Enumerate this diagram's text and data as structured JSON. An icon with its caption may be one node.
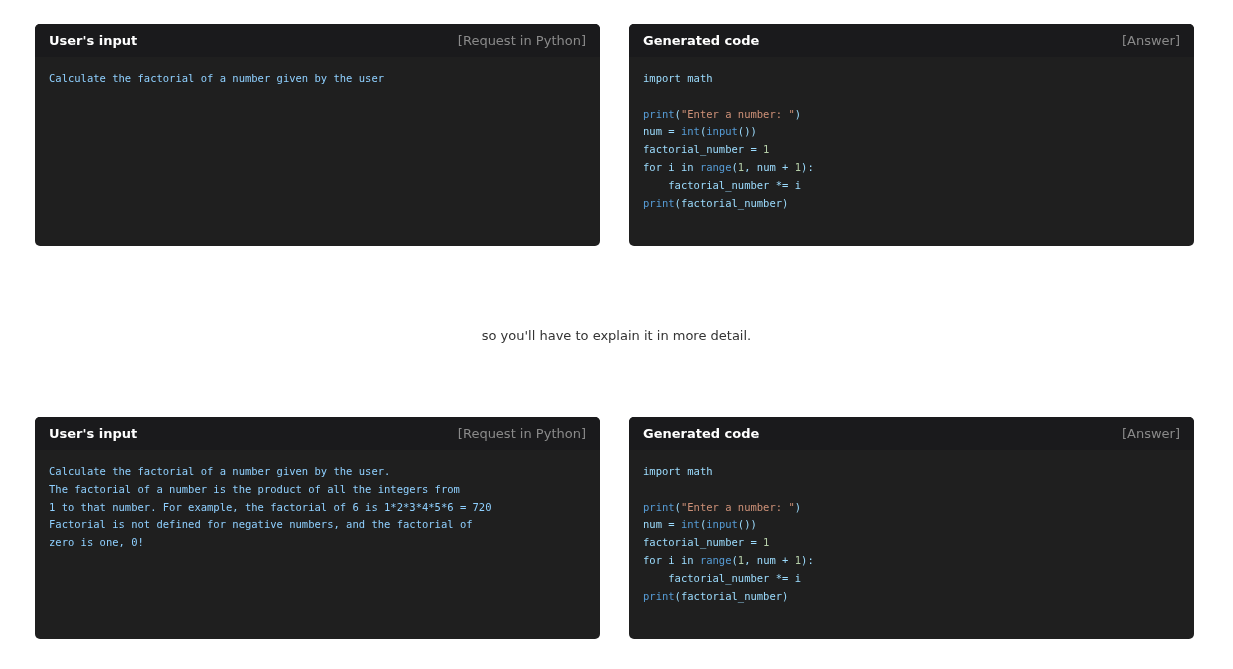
{
  "diagram": {
    "nodes": [
      {
        "text": [
          "User's input",
          "[Request in Python]",
          "Calculate the factorial of a number given by the user"
        ]
      },
      {
        "text": [
          "Generated code",
          "[Answer]",
          "import math",
          "print(\"Enter a number: \")",
          "num = int(input())",
          "factorial_number = 1",
          "for i in range(1, num + 1):",
          "    factorial_number *= i",
          "print(factorial_number)"
        ]
      },
      {
        "text": [
          "User's input",
          "[Request in Python]",
          "Calculate the factorial of a number given by the user.",
          "The factorial of a number is the product of all the integers from",
          "1 to that number. For example, the factorial of 6 is 1*2*3*4*5*6 = 720",
          "Factorial is not defined for negative numbers, and the factorial of",
          "zero is one, 0!"
        ]
      },
      {
        "text": [
          "Generated code",
          "[Answer]",
          "import math",
          "print(\"Enter a number: \")",
          "num = int(input())",
          "factorial_number = 1",
          "for i in range(1, num + 1):",
          "    factorial_number *= i",
          "print(factorial_number)"
        ]
      }
    ],
    "labels": [
      "so you'll have to explain it in more detail."
    ]
  }
}
